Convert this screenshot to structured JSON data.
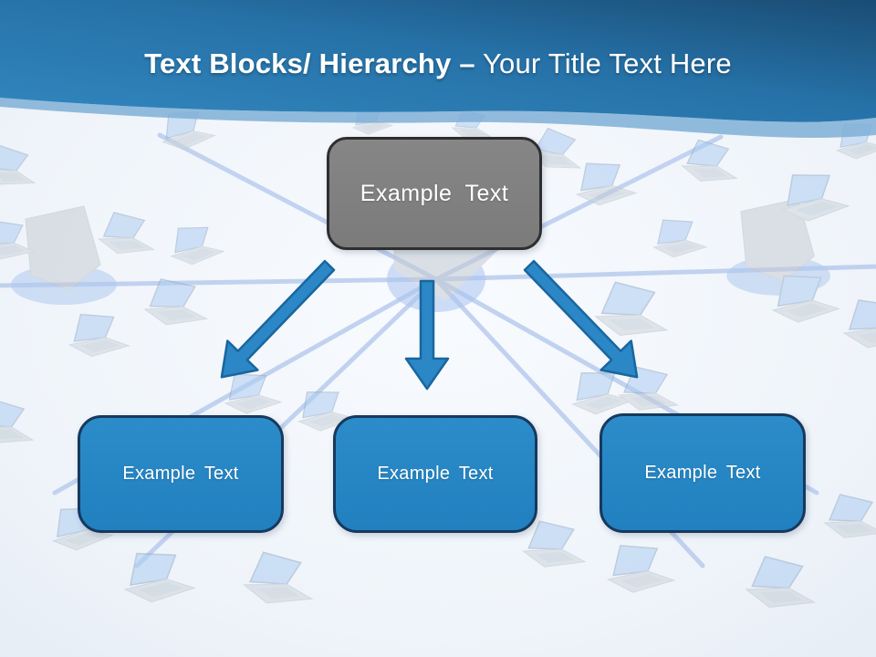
{
  "slide": {
    "title": {
      "bold": "Text Blocks/ Hierarchy –",
      "regular": " Your Title Text Here"
    },
    "hierarchy": {
      "root": {
        "label": "Example Text"
      },
      "children": [
        {
          "label": "Example Text"
        },
        {
          "label": "Example Text"
        },
        {
          "label": "Example Text"
        }
      ]
    },
    "icons": {
      "arrows": [
        "down-left-arrow-icon",
        "down-arrow-icon",
        "down-right-arrow-icon"
      ],
      "background": "network-of-laptops-and-servers"
    },
    "colors": {
      "header_gradient_start": "#3287bf",
      "header_gradient_mid": "#2672a8",
      "header_gradient_end": "#1a4c74",
      "header_underwave": "#7fafd6",
      "root_fill": "#7b7b7b",
      "root_border": "#2e2e2e",
      "child_fill": "#2180bf",
      "child_border": "#16395e",
      "arrow_fill": "#2b87c6",
      "arrow_border": "#1a669e",
      "network_line": "#b5c9ed",
      "title_text": "#ffffff"
    }
  }
}
